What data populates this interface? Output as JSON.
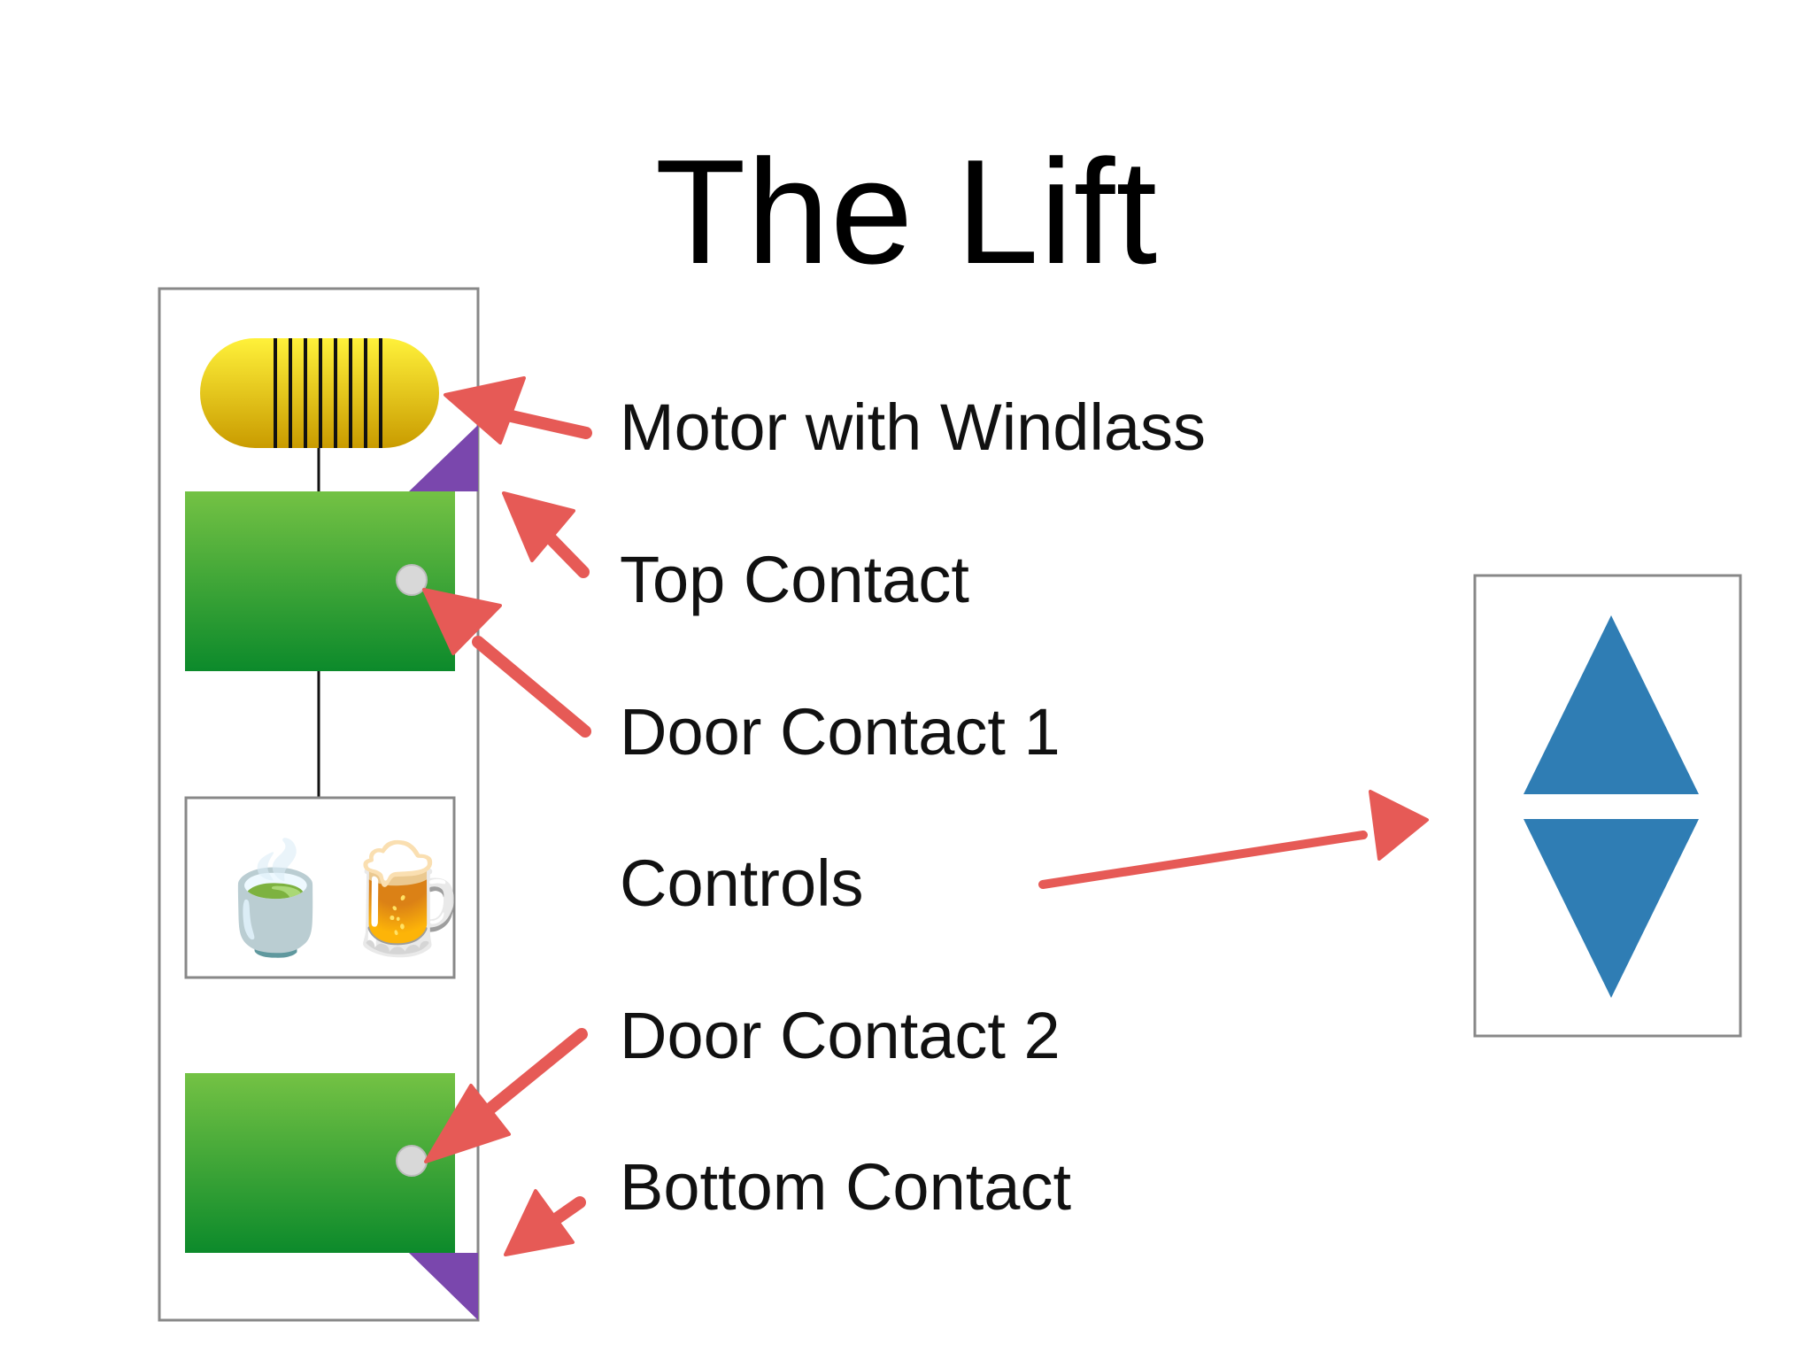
{
  "title": "The Lift",
  "labels": {
    "motor": "Motor with Windlass",
    "top_contact": "Top Contact",
    "door_contact_1": "Door Contact 1",
    "controls": "Controls",
    "door_contact_2": "Door Contact 2",
    "bottom_contact": "Bottom Contact"
  },
  "controls_panel": {
    "icons": [
      "tea-cup",
      "beer-mug"
    ],
    "tea_glyph": "🍵",
    "beer_glyph": "🍺"
  },
  "button_panel": {
    "icons": [
      "up-arrow",
      "down-arrow"
    ]
  },
  "colors": {
    "motor": "#f2cf1e",
    "contact_block": "#2fa33c",
    "corner_contact": "#7a47ad",
    "arrow": "#e65a56",
    "triangle": "#2f7db4",
    "frame": "#888888"
  }
}
